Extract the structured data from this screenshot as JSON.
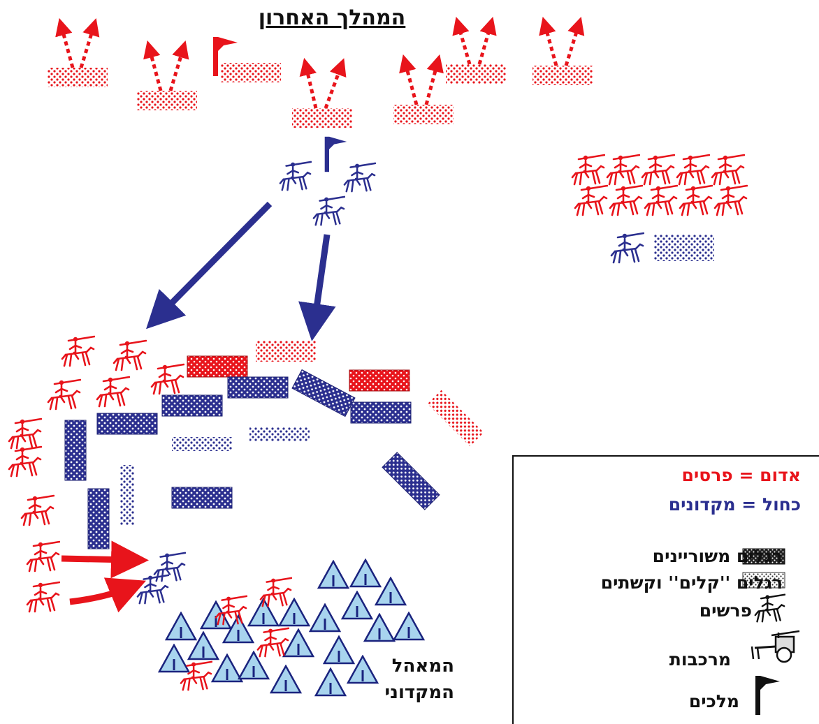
{
  "title": "המהלך האחרון",
  "camp_label": {
    "line1": "המאהל",
    "line2": "המקדוני"
  },
  "legend": {
    "red_label": "אדום = פרסים",
    "blue_label": "כחול = מקדונים",
    "heavy_infantry": "רגלים משוריינים",
    "light_infantry": "רגלים ''קלים'' וקשתים",
    "cavalry": "פרשים",
    "chariots": "מרכבות",
    "kings": "מלכים",
    "icons": {
      "heavy_infantry": "heavy-infantry-block-icon",
      "light_infantry": "light-infantry-block-icon",
      "cavalry": "horseman-icon",
      "chariots": "chariot-icon",
      "kings": "flag-icon"
    }
  },
  "colors": {
    "persians": "#e8141b",
    "macedonians": "#2b2f8f",
    "tent": "#a8d4ee",
    "tent_outline": "#1a237e",
    "text": "#111111"
  }
}
